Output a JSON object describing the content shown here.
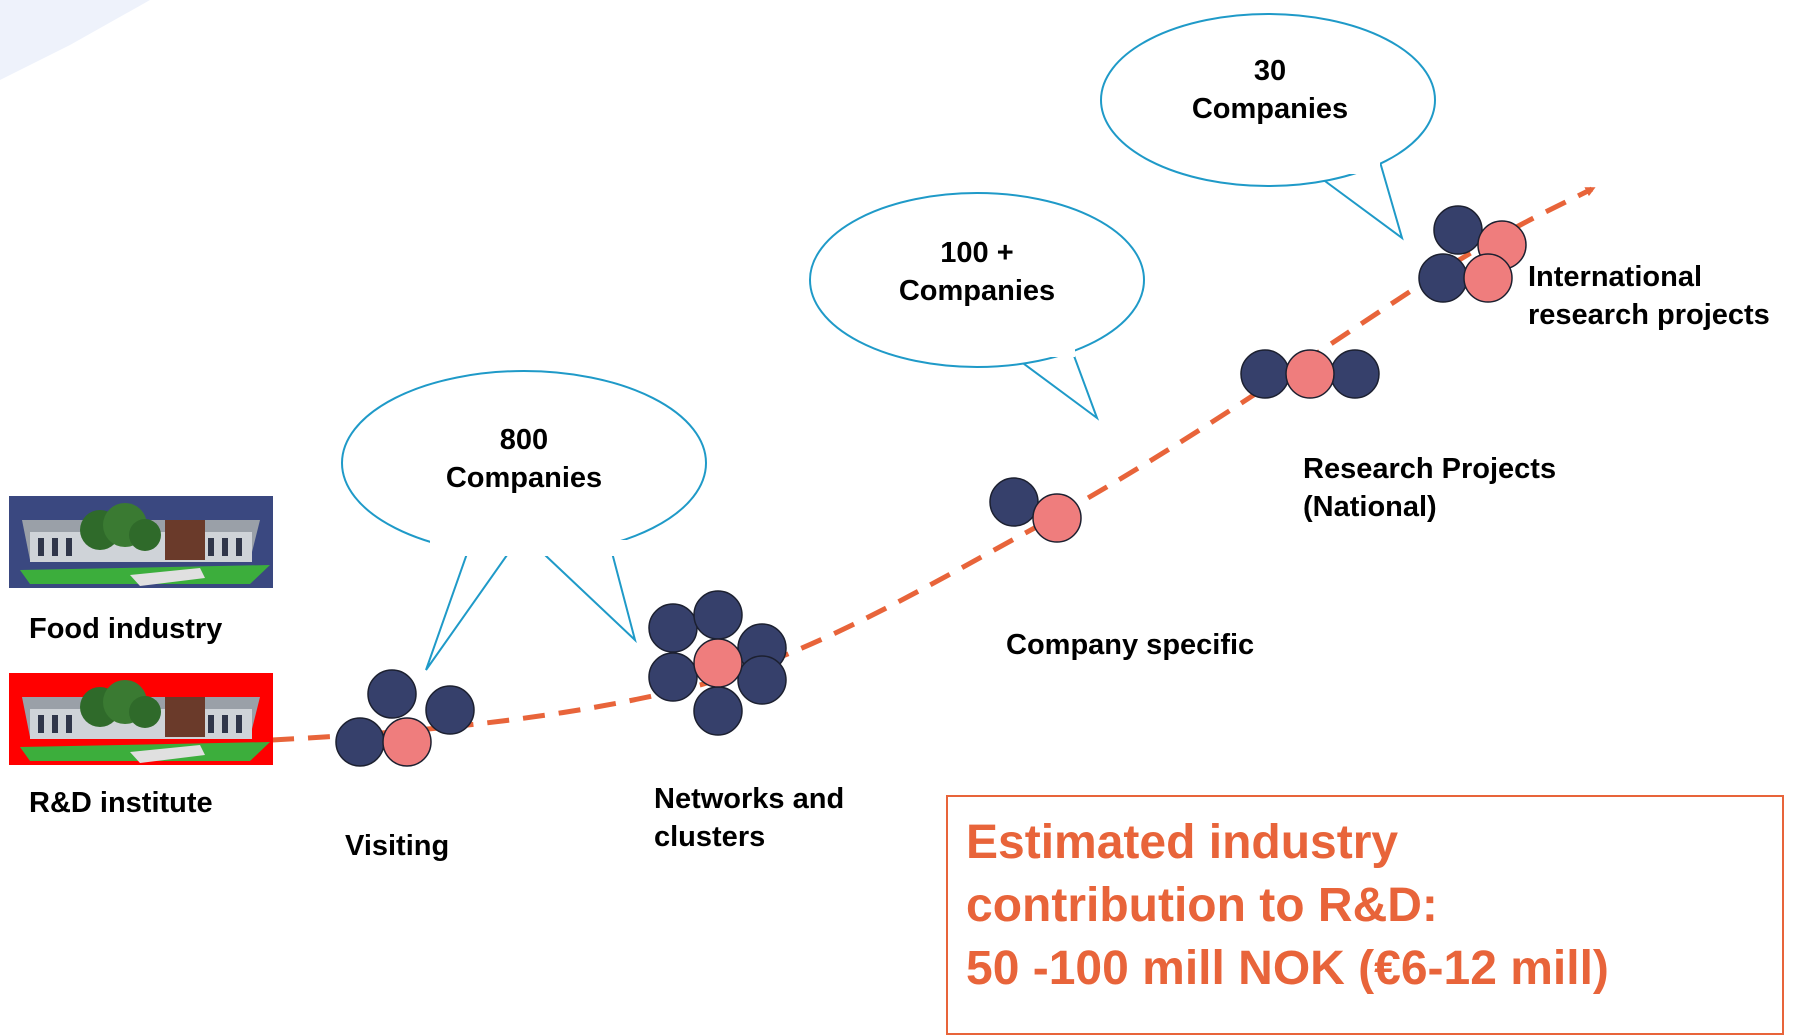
{
  "colors": {
    "path": "#e8643a",
    "company": "#36406b",
    "institute": "#ef7d7d",
    "bubble_stroke": "#1f9ac8",
    "estimate_text": "#e8643a",
    "food_building_bg": "#3a4880",
    "rnd_building_bg": "#ff0000"
  },
  "legend": {
    "food_industry": "Food industry",
    "rnd_institute": "R&D institute"
  },
  "stages": {
    "visiting": "Visiting",
    "networks_line1": "Networks and",
    "networks_line2": "clusters",
    "company_specific": "Company specific",
    "research_line1": "Research Projects",
    "research_line2": "(National)",
    "international_line1": "International",
    "international_line2": "research projects"
  },
  "bubbles": {
    "b800_line1": "800",
    "b800_line2": "Companies",
    "b100_line1": "100 +",
    "b100_line2": "Companies",
    "b30_line1": "30",
    "b30_line2": "Companies"
  },
  "estimate": {
    "line1": "Estimated industry",
    "line2": "contribution to R&D:",
    "line3": "50 -100 mill NOK (€6-12 mill)"
  },
  "icons": {
    "food_building": "office-building-icon",
    "rnd_building": "office-building-icon"
  }
}
